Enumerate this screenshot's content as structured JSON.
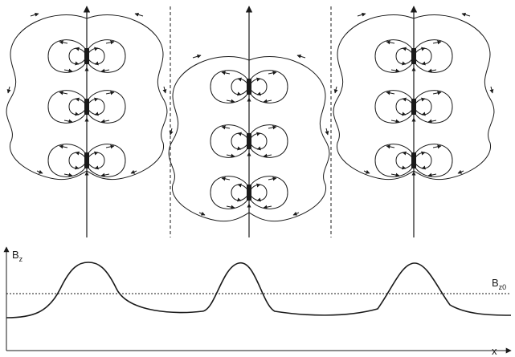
{
  "diagram": {
    "colors": {
      "ink": "#1a1a1a",
      "background": "#ffffff"
    },
    "field_groups": [
      {
        "dipoles": 3,
        "offset": "upper"
      },
      {
        "dipoles": 3,
        "offset": "lower"
      },
      {
        "dipoles": 3,
        "offset": "upper"
      }
    ],
    "separators": "dashed",
    "axes": {
      "y_label": {
        "main": "B",
        "sub": "z"
      },
      "x_label": "x"
    },
    "reference_line": {
      "label": {
        "main": "B",
        "sub": "z0"
      },
      "style": "dashed"
    },
    "profile_peaks": 3
  }
}
